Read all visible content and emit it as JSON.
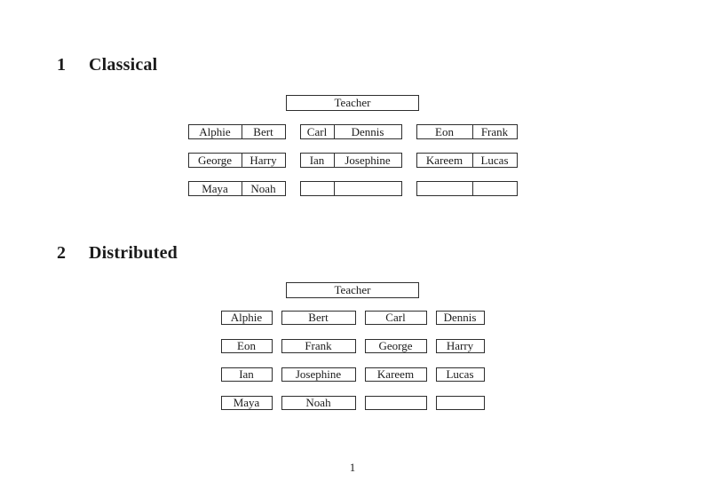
{
  "document": {
    "page_number": "1"
  },
  "colors": {
    "background": "#ffffff",
    "text": "#1b1b1b",
    "box_border": "#2e2e2e"
  },
  "sections": [
    {
      "number": "1",
      "title": "Classical",
      "teacher_label": "Teacher",
      "rows": [
        [
          {
            "left": "Alphie",
            "right": "Bert"
          },
          {
            "left": "Carl",
            "right": "Dennis"
          },
          {
            "left": "Eon",
            "right": "Frank"
          }
        ],
        [
          {
            "left": "George",
            "right": "Harry"
          },
          {
            "left": "Ian",
            "right": "Josephine"
          },
          {
            "left": "Kareem",
            "right": "Lucas"
          }
        ],
        [
          {
            "left": "Maya",
            "right": "Noah"
          },
          {
            "left": "",
            "right": ""
          },
          {
            "left": "",
            "right": ""
          }
        ]
      ]
    },
    {
      "number": "2",
      "title": "Distributed",
      "teacher_label": "Teacher",
      "rows": [
        [
          "Alphie",
          "Bert",
          "Carl",
          "Dennis"
        ],
        [
          "Eon",
          "Frank",
          "George",
          "Harry"
        ],
        [
          "Ian",
          "Josephine",
          "Kareem",
          "Lucas"
        ],
        [
          "Maya",
          "Noah",
          "",
          ""
        ]
      ]
    }
  ]
}
